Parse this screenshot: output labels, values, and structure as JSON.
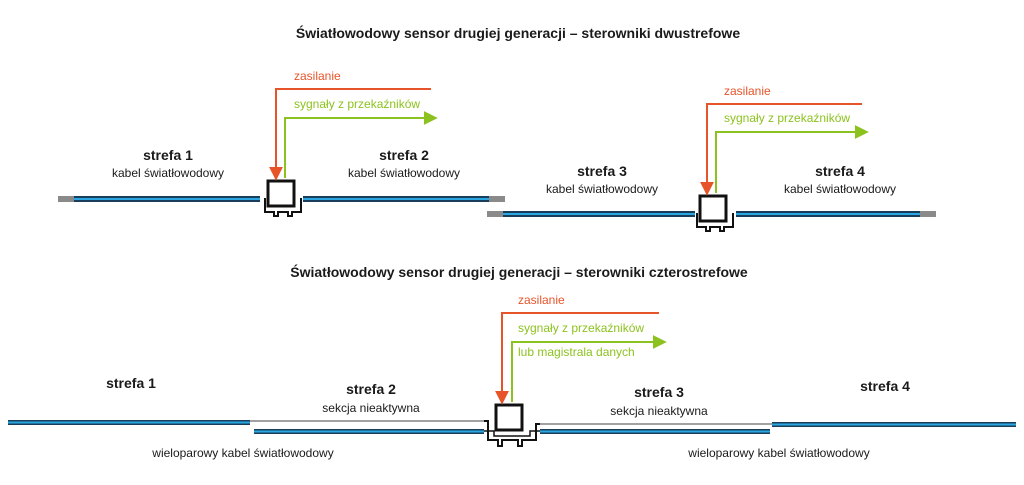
{
  "colors": {
    "power": "#e8542a",
    "signal": "#8cc21f",
    "cable_core": "#2aa7e0",
    "cable_edge": "#1a3d5c",
    "terminator": "#8a8a8a",
    "controller": "#111111",
    "text": "#1a1a1a"
  },
  "icons": {
    "controller": "controller-box-icon",
    "terminator": "cable-terminator-icon",
    "arrow": "arrow-head-icon"
  },
  "top": {
    "title": "Światłowodowy sensor drugiej generacji – sterowniki dwustrefowe",
    "group1": {
      "power_label": "zasilanie",
      "signal_label": "sygnały z przekaźników",
      "zone_a": {
        "name": "strefa 1",
        "desc": "kabel światłowodowy"
      },
      "zone_b": {
        "name": "strefa 2",
        "desc": "kabel światłowodowy"
      }
    },
    "group2": {
      "power_label": "zasilanie",
      "signal_label": "sygnały z przekaźników",
      "zone_a": {
        "name": "strefa 3",
        "desc": "kabel światłowodowy"
      },
      "zone_b": {
        "name": "strefa 4",
        "desc": "kabel światłowodowy"
      }
    }
  },
  "bottom": {
    "title": "Światłowodowy sensor drugiej generacji – sterowniki czterostrefowe",
    "power_label": "zasilanie",
    "signal_label": "sygnały z przekaźników",
    "bus_label": "lub magistrala danych",
    "zone1": {
      "name": "strefa 1"
    },
    "zone2": {
      "name": "strefa 2",
      "desc": "sekcja nieaktywna"
    },
    "zone3": {
      "name": "strefa 3",
      "desc": "sekcja nieaktywna"
    },
    "zone4": {
      "name": "strefa 4"
    },
    "cable_left": "wieloparowy kabel światłowodowy",
    "cable_right": "wieloparowy kabel światłowodowy"
  }
}
